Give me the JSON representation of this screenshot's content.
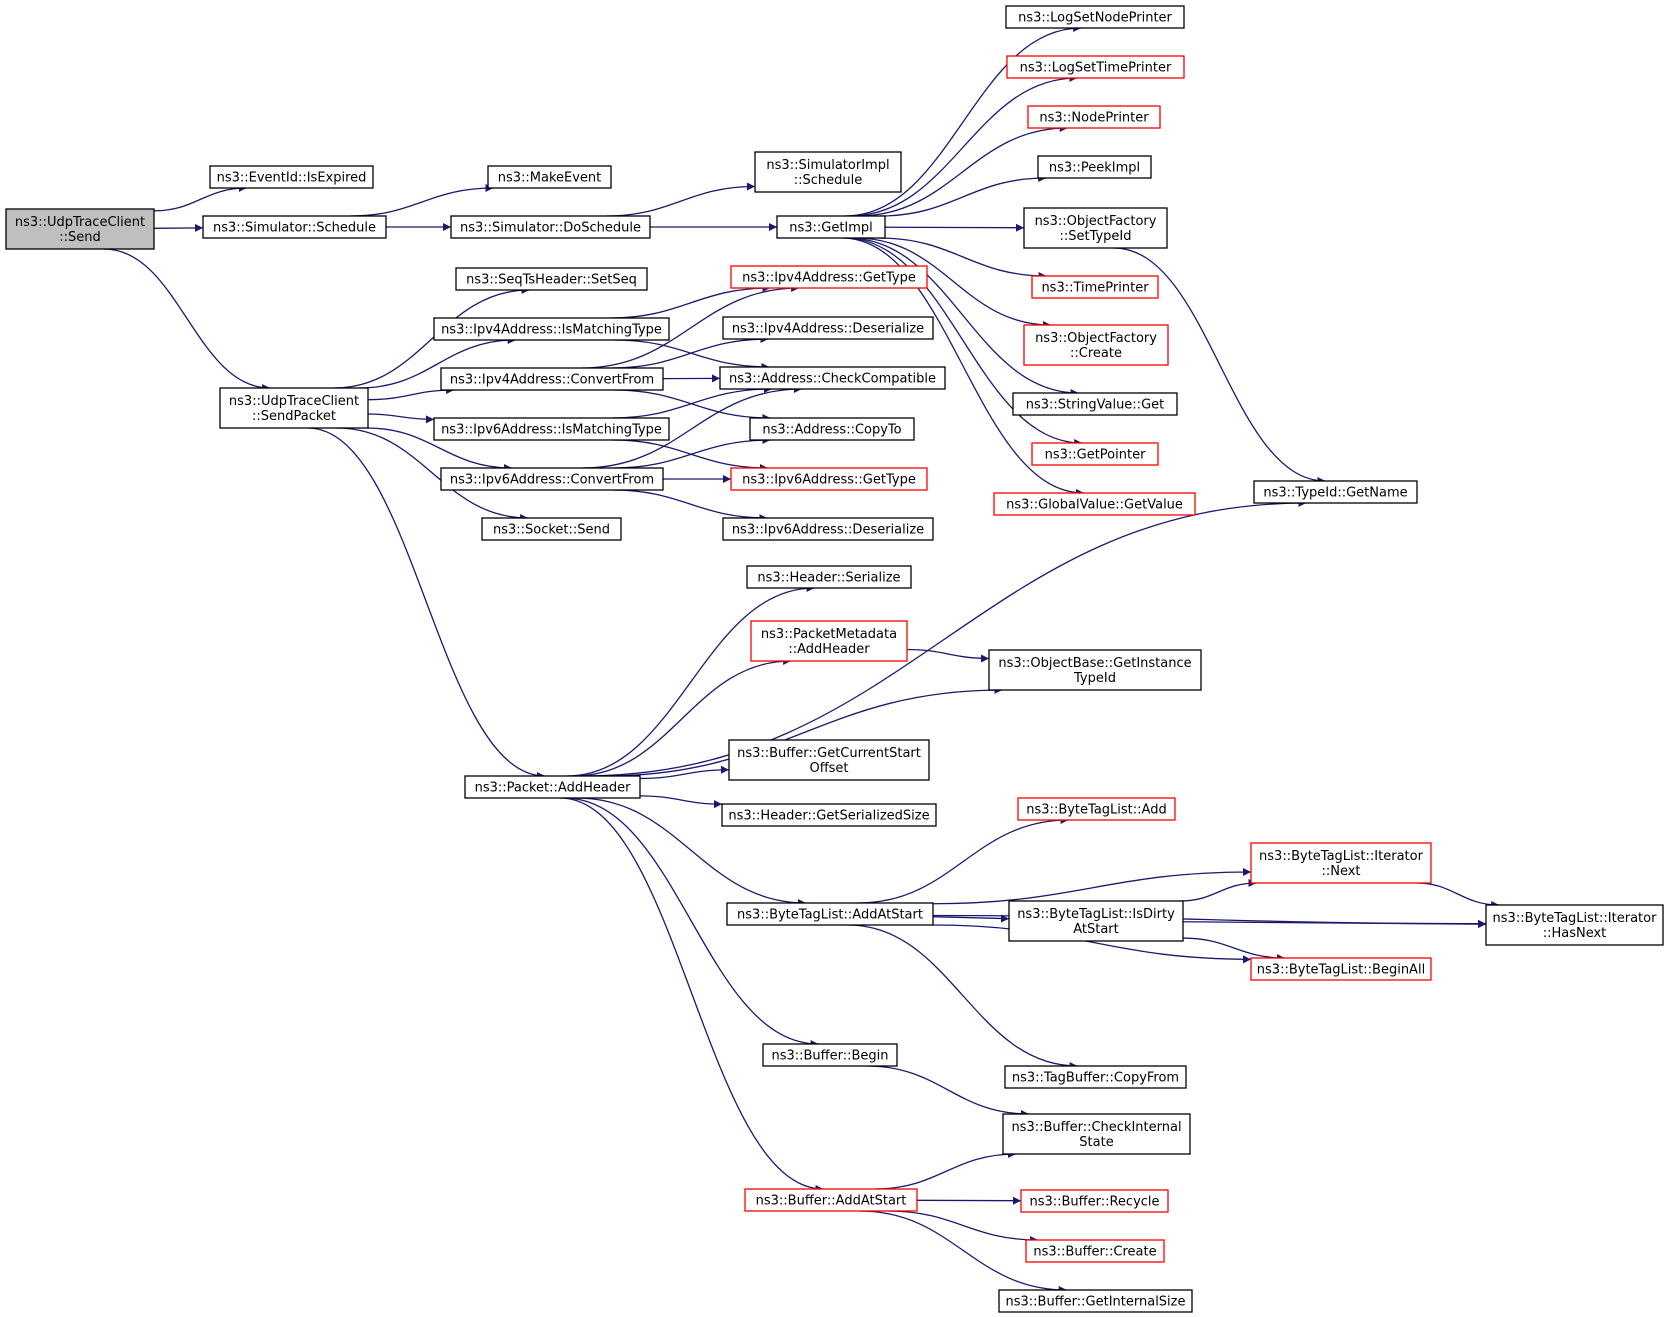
{
  "graph": {
    "edge_color": "#191970",
    "node_border_color": "#000000",
    "incomplete_node_border_color": "#ff0000",
    "root_fill_color": "#bfbfbf",
    "nodes": [
      {
        "id": "n0",
        "lines": [
          "ns3::UdpTraceClient",
          "::Send"
        ],
        "style": "root"
      },
      {
        "id": "n1",
        "lines": [
          "ns3::EventId::IsExpired"
        ],
        "style": "normal"
      },
      {
        "id": "n2",
        "lines": [
          "ns3::Simulator::Schedule"
        ],
        "style": "normal"
      },
      {
        "id": "n3",
        "lines": [
          "ns3::UdpTraceClient",
          "::SendPacket"
        ],
        "style": "normal"
      },
      {
        "id": "n4",
        "lines": [
          "ns3::MakeEvent"
        ],
        "style": "normal"
      },
      {
        "id": "n5",
        "lines": [
          "ns3::Simulator::DoSchedule"
        ],
        "style": "normal"
      },
      {
        "id": "n6",
        "lines": [
          "ns3::SimulatorImpl",
          "::Schedule"
        ],
        "style": "normal"
      },
      {
        "id": "n7",
        "lines": [
          "ns3::GetImpl"
        ],
        "style": "normal"
      },
      {
        "id": "n8",
        "lines": [
          "ns3::LogSetNodePrinter"
        ],
        "style": "normal"
      },
      {
        "id": "n9",
        "lines": [
          "ns3::LogSetTimePrinter"
        ],
        "style": "red"
      },
      {
        "id": "n10",
        "lines": [
          "ns3::NodePrinter"
        ],
        "style": "red"
      },
      {
        "id": "n11",
        "lines": [
          "ns3::PeekImpl"
        ],
        "style": "normal"
      },
      {
        "id": "n12",
        "lines": [
          "ns3::ObjectFactory",
          "::SetTypeId"
        ],
        "style": "normal"
      },
      {
        "id": "n13",
        "lines": [
          "ns3::TimePrinter"
        ],
        "style": "red"
      },
      {
        "id": "n14",
        "lines": [
          "ns3::ObjectFactory",
          "::Create"
        ],
        "style": "red"
      },
      {
        "id": "n15",
        "lines": [
          "ns3::StringValue::Get"
        ],
        "style": "normal"
      },
      {
        "id": "n16",
        "lines": [
          "ns3::GetPointer"
        ],
        "style": "red"
      },
      {
        "id": "n17",
        "lines": [
          "ns3::GlobalValue::GetValue"
        ],
        "style": "red"
      },
      {
        "id": "n18",
        "lines": [
          "ns3::TypeId::GetName"
        ],
        "style": "normal"
      },
      {
        "id": "n19",
        "lines": [
          "ns3::SeqTsHeader::SetSeq"
        ],
        "style": "normal"
      },
      {
        "id": "n20",
        "lines": [
          "ns3::Ipv4Address::IsMatchingType"
        ],
        "style": "normal"
      },
      {
        "id": "n21",
        "lines": [
          "ns3::Ipv4Address::ConvertFrom"
        ],
        "style": "normal"
      },
      {
        "id": "n22",
        "lines": [
          "ns3::Ipv6Address::IsMatchingType"
        ],
        "style": "normal"
      },
      {
        "id": "n23",
        "lines": [
          "ns3::Ipv6Address::ConvertFrom"
        ],
        "style": "normal"
      },
      {
        "id": "n24",
        "lines": [
          "ns3::Socket::Send"
        ],
        "style": "normal"
      },
      {
        "id": "n25",
        "lines": [
          "ns3::Ipv4Address::GetType"
        ],
        "style": "red"
      },
      {
        "id": "n26",
        "lines": [
          "ns3::Ipv4Address::Deserialize"
        ],
        "style": "normal"
      },
      {
        "id": "n27",
        "lines": [
          "ns3::Address::CheckCompatible"
        ],
        "style": "normal"
      },
      {
        "id": "n28",
        "lines": [
          "ns3::Address::CopyTo"
        ],
        "style": "normal"
      },
      {
        "id": "n29",
        "lines": [
          "ns3::Ipv6Address::GetType"
        ],
        "style": "red"
      },
      {
        "id": "n30",
        "lines": [
          "ns3::Ipv6Address::Deserialize"
        ],
        "style": "normal"
      },
      {
        "id": "n31",
        "lines": [
          "ns3::Packet::AddHeader"
        ],
        "style": "normal"
      },
      {
        "id": "n32",
        "lines": [
          "ns3::Header::Serialize"
        ],
        "style": "normal"
      },
      {
        "id": "n33",
        "lines": [
          "ns3::PacketMetadata",
          "::AddHeader"
        ],
        "style": "red"
      },
      {
        "id": "n34",
        "lines": [
          "ns3::ObjectBase::GetInstance",
          "TypeId"
        ],
        "style": "normal"
      },
      {
        "id": "n35",
        "lines": [
          "ns3::Buffer::GetCurrentStart",
          "Offset"
        ],
        "style": "normal"
      },
      {
        "id": "n36",
        "lines": [
          "ns3::Header::GetSerializedSize"
        ],
        "style": "normal"
      },
      {
        "id": "n37",
        "lines": [
          "ns3::ByteTagList::Add"
        ],
        "style": "red"
      },
      {
        "id": "n38",
        "lines": [
          "ns3::ByteTagList::AddAtStart"
        ],
        "style": "normal"
      },
      {
        "id": "n39",
        "lines": [
          "ns3::ByteTagList::Iterator",
          "::Next"
        ],
        "style": "red"
      },
      {
        "id": "n40",
        "lines": [
          "ns3::ByteTagList::IsDirty",
          "AtStart"
        ],
        "style": "normal"
      },
      {
        "id": "n41",
        "lines": [
          "ns3::ByteTagList::Iterator",
          "::HasNext"
        ],
        "style": "normal"
      },
      {
        "id": "n42",
        "lines": [
          "ns3::ByteTagList::BeginAll"
        ],
        "style": "red"
      },
      {
        "id": "n43",
        "lines": [
          "ns3::TagBuffer::CopyFrom"
        ],
        "style": "normal"
      },
      {
        "id": "n44",
        "lines": [
          "ns3::Buffer::Begin"
        ],
        "style": "normal"
      },
      {
        "id": "n45",
        "lines": [
          "ns3::Buffer::CheckInternal",
          "State"
        ],
        "style": "normal"
      },
      {
        "id": "n46",
        "lines": [
          "ns3::Buffer::AddAtStart"
        ],
        "style": "red"
      },
      {
        "id": "n47",
        "lines": [
          "ns3::Buffer::Recycle"
        ],
        "style": "red"
      },
      {
        "id": "n48",
        "lines": [
          "ns3::Buffer::Create"
        ],
        "style": "red"
      },
      {
        "id": "n49",
        "lines": [
          "ns3::Buffer::GetInternalSize"
        ],
        "style": "normal"
      }
    ],
    "edges": [
      [
        "n0",
        "n1"
      ],
      [
        "n0",
        "n2"
      ],
      [
        "n0",
        "n3"
      ],
      [
        "n2",
        "n4"
      ],
      [
        "n2",
        "n5"
      ],
      [
        "n5",
        "n6"
      ],
      [
        "n5",
        "n7"
      ],
      [
        "n7",
        "n8"
      ],
      [
        "n7",
        "n9"
      ],
      [
        "n7",
        "n10"
      ],
      [
        "n7",
        "n11"
      ],
      [
        "n7",
        "n12"
      ],
      [
        "n7",
        "n13"
      ],
      [
        "n7",
        "n14"
      ],
      [
        "n7",
        "n15"
      ],
      [
        "n7",
        "n16"
      ],
      [
        "n7",
        "n17"
      ],
      [
        "n12",
        "n18"
      ],
      [
        "n3",
        "n19"
      ],
      [
        "n3",
        "n20"
      ],
      [
        "n3",
        "n21"
      ],
      [
        "n3",
        "n22"
      ],
      [
        "n3",
        "n23"
      ],
      [
        "n3",
        "n24"
      ],
      [
        "n3",
        "n31"
      ],
      [
        "n20",
        "n25"
      ],
      [
        "n20",
        "n27"
      ],
      [
        "n21",
        "n25"
      ],
      [
        "n21",
        "n26"
      ],
      [
        "n21",
        "n27"
      ],
      [
        "n21",
        "n28"
      ],
      [
        "n22",
        "n27"
      ],
      [
        "n22",
        "n29"
      ],
      [
        "n23",
        "n27"
      ],
      [
        "n23",
        "n28"
      ],
      [
        "n23",
        "n29"
      ],
      [
        "n23",
        "n30"
      ],
      [
        "n31",
        "n32"
      ],
      [
        "n31",
        "n33"
      ],
      [
        "n31",
        "n34"
      ],
      [
        "n31",
        "n35"
      ],
      [
        "n31",
        "n36"
      ],
      [
        "n31",
        "n18"
      ],
      [
        "n31",
        "n38"
      ],
      [
        "n31",
        "n44"
      ],
      [
        "n31",
        "n46"
      ],
      [
        "n33",
        "n34"
      ],
      [
        "n38",
        "n37"
      ],
      [
        "n38",
        "n39"
      ],
      [
        "n38",
        "n40"
      ],
      [
        "n38",
        "n42"
      ],
      [
        "n38",
        "n41"
      ],
      [
        "n38",
        "n43"
      ],
      [
        "n40",
        "n39"
      ],
      [
        "n40",
        "n41"
      ],
      [
        "n40",
        "n42"
      ],
      [
        "n39",
        "n41"
      ],
      [
        "n44",
        "n45"
      ],
      [
        "n46",
        "n45"
      ],
      [
        "n46",
        "n47"
      ],
      [
        "n46",
        "n48"
      ],
      [
        "n46",
        "n49"
      ]
    ]
  }
}
